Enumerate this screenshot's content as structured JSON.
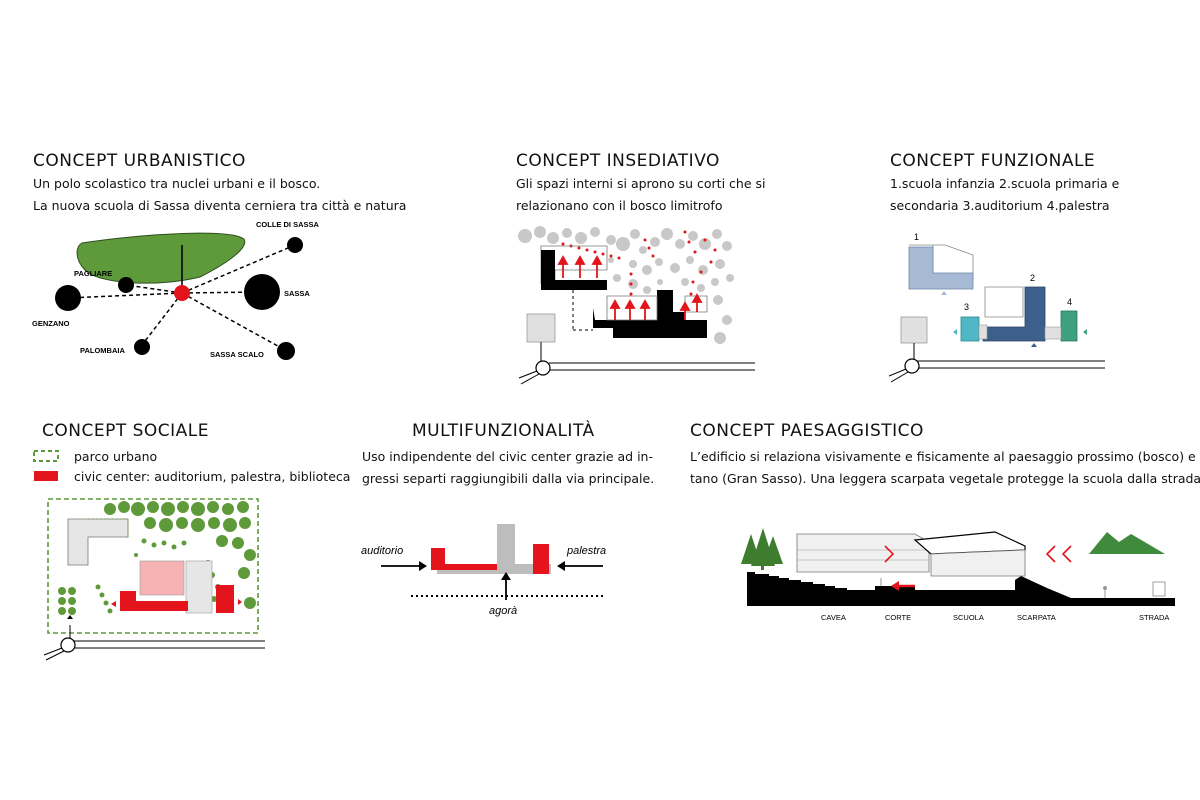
{
  "urbanistico": {
    "title": "CONCEPT URBANISTICO",
    "desc": [
      "Un polo scolastico tra nuclei urbani e il bosco.",
      "La nuova scuola di Sassa diventa cerniera tra città e natura"
    ],
    "places": [
      "COLLE DI SASSA",
      "PAGLIARE",
      "SASSA",
      "GENZANO",
      "PALOMBAIA",
      "SASSA SCALO"
    ]
  },
  "insediativo": {
    "title": "CONCEPT  INSEDIATIVO",
    "desc": [
      "Gli spazi interni si aprono su corti che si",
      "relazionano con il bosco limitrofo"
    ]
  },
  "funzionale": {
    "title": "CONCEPT  FUNZIONALE",
    "desc": [
      "1.scuola infanzia  2.scuola primaria e",
      "secondaria 3.auditorium 4.palestra"
    ],
    "numbers": [
      "1",
      "2",
      "3",
      "4"
    ]
  },
  "sociale": {
    "title": "CONCEPT  SOCIALE",
    "legend": [
      "parco urbano",
      "civic center: auditorium, palestra, biblioteca"
    ]
  },
  "multifunzionalita": {
    "title": "MULTIFUNZIONALITÀ",
    "desc": [
      "Uso indipendente del civic center grazie ad in-",
      "gressi separti raggiungibili dalla via principale."
    ],
    "labels": [
      "auditorio",
      "palestra",
      "agorà"
    ]
  },
  "paesaggistico": {
    "title": "CONCEPT PAESAGGISTICO",
    "desc": [
      "L’edificio si relaziona visivamente e fisicamente al paesaggio prossimo (bosco) e lon-",
      "tano (Gran Sasso). Una leggera scarpata vegetale protegge la scuola dalla strada."
    ],
    "section_labels": [
      "CAVEA",
      "CORTE",
      "SCUOLA",
      "SCARPATA",
      "STRADA"
    ]
  },
  "colors": {
    "red": "#e3141b",
    "green": "#5f9a3a",
    "light_blue": "#a6bad6",
    "dark_blue": "#3d5f8c",
    "teal": "#4fb8c4",
    "green_teal": "#3fa07e"
  }
}
